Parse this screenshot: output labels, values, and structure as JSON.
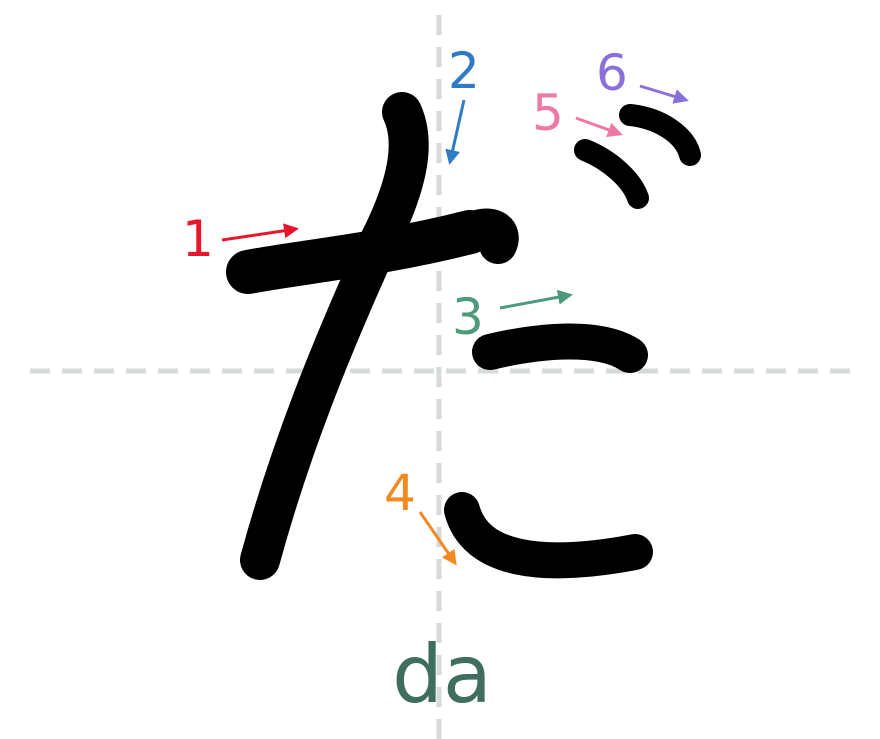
{
  "character": "だ",
  "romaji": "da",
  "stroke_numbers": [
    {
      "label": "1",
      "color": "#e8162c"
    },
    {
      "label": "2",
      "color": "#2e7bc4"
    },
    {
      "label": "3",
      "color": "#4d9a7c"
    },
    {
      "label": "4",
      "color": "#f28a22"
    },
    {
      "label": "5",
      "color": "#ee78a6"
    },
    {
      "label": "6",
      "color": "#8a70d8"
    }
  ],
  "colors": {
    "stroke": "#000000",
    "guide": "#d6dbda",
    "romaji": "#3f6f5c"
  }
}
